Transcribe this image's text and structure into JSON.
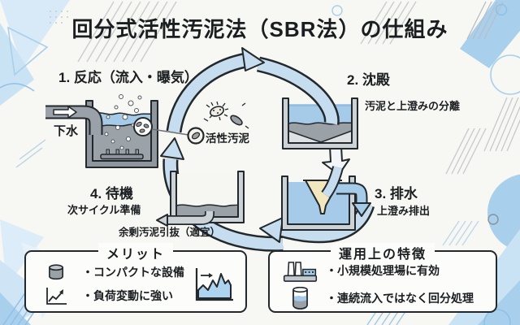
{
  "title": "回分式活性汚泥法（SBR法）の仕組み",
  "stages": {
    "s1": {
      "label": "1. 反応（流入・曝気）",
      "inflow_label": "下水",
      "sludge_label": "活性汚泥"
    },
    "s2": {
      "label": "2. 沈殿",
      "sub": "汚泥と上澄みの分離"
    },
    "s3": {
      "label": "3. 排水",
      "sub": "上澄み排出"
    },
    "s4": {
      "label": "4. 待機",
      "sub": "次サイクル準備",
      "pipe_label": "余剰汚泥引抜（適宜）"
    }
  },
  "merits": {
    "title": "メリット",
    "items": [
      "・コンパクトな設備",
      "・負荷変動に強い"
    ]
  },
  "features": {
    "title": "運用上の特徴",
    "items": [
      "・小規模処理場に有効",
      "・連続流入ではなく回分処理"
    ]
  },
  "palette": {
    "background": "#f7f7f3",
    "outline": "#23282c",
    "cycle_band": "#c5ddee",
    "water_blue": "#a6cbe9",
    "sludge_gray": "#9aa1a7",
    "wall_light": "#cdd2d6",
    "wall_dark": "#8f969d",
    "funnel_yellow": "#f3e7c0",
    "deco_blue": "#a8cfec",
    "deco_pale": "#d8eaf7"
  }
}
